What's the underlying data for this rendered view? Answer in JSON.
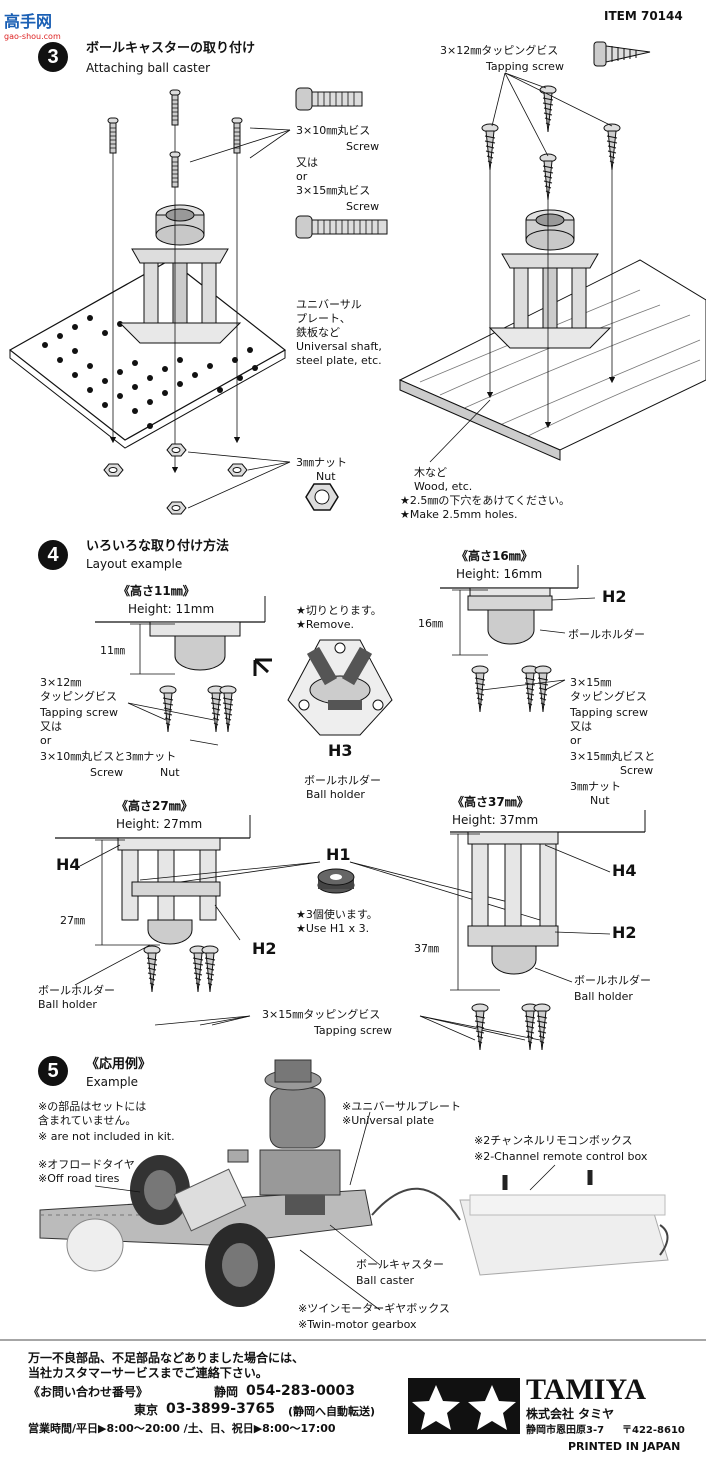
{
  "watermark": {
    "title": "高手网",
    "url": "gao-shou.com"
  },
  "item_code": "ITEM 70144",
  "step3": {
    "num": "3",
    "title_jp": "ボールキャスターの取り付け",
    "title_en": "Attaching ball caster",
    "screw10_jp": "3×10㎜丸ビス",
    "screw10_en": "Screw",
    "or_jp": "又は",
    "or_en": "or",
    "screw15_jp": "3×15㎜丸ビス",
    "screw15_en": "Screw",
    "plate_jp1": "ユニバーサル",
    "plate_jp2": "プレート、",
    "plate_jp3": "鉄板など",
    "plate_en1": "Universal shaft,",
    "plate_en2": "steel plate, etc.",
    "nut_jp": "3㎜ナット",
    "nut_en": "Nut",
    "tap_jp": "3×12㎜タッピングビス",
    "tap_en": "Tapping screw",
    "wood_jp": "木など",
    "wood_en": "Wood, etc.",
    "hole_jp": "★2.5㎜の下穴をあけてください。",
    "hole_en": "★Make 2.5mm holes."
  },
  "step4": {
    "num": "4",
    "title_jp": "いろいろな取り付け方法",
    "title_en": "Layout example",
    "h11_jp": "《高さ11㎜》",
    "h11_en": "Height: 11mm",
    "dim11": "11㎜",
    "left_tap_1": "3×12㎜",
    "left_tap_2": "タッピングビス",
    "left_tap_3": "Tapping screw",
    "left_tap_4": "又は",
    "left_tap_5": "or",
    "left_tap_6": "3×10㎜丸ビスと3㎜ナット",
    "left_tap_screw": "Screw",
    "left_tap_nut": "Nut",
    "cut_jp": "★切りとります。",
    "cut_en": "★Remove.",
    "h3": "H3",
    "h3_jp": "ボールホルダー",
    "h3_en": "Ball holder",
    "h16_jp": "《高さ16㎜》",
    "h16_en": "Height: 16mm",
    "dim16": "16㎜",
    "h2_a": "H2",
    "holder16_jp": "ボールホルダー",
    "r_tap_1": "3×15㎜",
    "r_tap_2": "タッピングビス",
    "r_tap_3": "Tapping screw",
    "r_tap_4": "又は",
    "r_tap_5": "or",
    "r_tap_6": "3×15㎜丸ビスと",
    "r_tap_screw": "Screw",
    "r_tap_7": "3㎜ナット",
    "r_tap_nut": "Nut",
    "h27_jp": "《高さ27㎜》",
    "h27_en": "Height: 27mm",
    "h4_a": "H4",
    "dim27": "27㎜",
    "h2_b": "H2",
    "holder27_jp": "ボールホルダー",
    "holder27_en": "Ball holder",
    "h1": "H1",
    "use_h1_jp": "★3個使います。",
    "use_h1_en": "★Use H1 x 3.",
    "tap15_jp": "3×15㎜タッピングビス",
    "tap15_en": "Tapping screw",
    "h37_jp": "《高さ37㎜》",
    "h37_en": "Height: 37mm",
    "h4_b": "H4",
    "h2_c": "H2",
    "dim37": "37㎜",
    "holder37_jp": "ボールホルダー",
    "holder37_en": "Ball holder"
  },
  "step5": {
    "num": "5",
    "title_jp": "《応用例》",
    "title_en": "Example",
    "note_jp1": "※の部品はセットには",
    "note_jp2": "含まれていません。",
    "note_en": "※ are not included in kit.",
    "tires_jp": "※オフロードタイヤ",
    "tires_en": "※Off road tires",
    "plate_jp": "※ユニバーサルプレート",
    "plate_en": "※Universal plate",
    "remote_jp": "※2チャンネルリモコンボックス",
    "remote_en": "※2-Channel remote control box",
    "caster_jp": "ボールキャスター",
    "caster_en": "Ball caster",
    "gear_jp": "※ツインモーターギヤボックス",
    "gear_en": "※Twin-motor gearbox"
  },
  "footer": {
    "line1": "万一不良部品、不足部品などありました場合には、",
    "line2": "当社カスタマーサービスまでご連絡下さい。",
    "contact": "《お問い合わせ番号》",
    "shizuoka_label": "静岡",
    "shizuoka_num": "054-283-0003",
    "tokyo_label": "東京",
    "tokyo_num": "03-3899-3765",
    "tokyo_note": "(静岡へ自動転送)",
    "hours": "営業時間/平日▶8:00～20:00 /土、日、祝日▶8:00～17:00",
    "brand": "TAMIYA",
    "company": "株式会社 タミヤ",
    "address": "静岡市恩田原3-7",
    "postal": "〒422-8610",
    "printed": "PRINTED IN JAPAN"
  }
}
